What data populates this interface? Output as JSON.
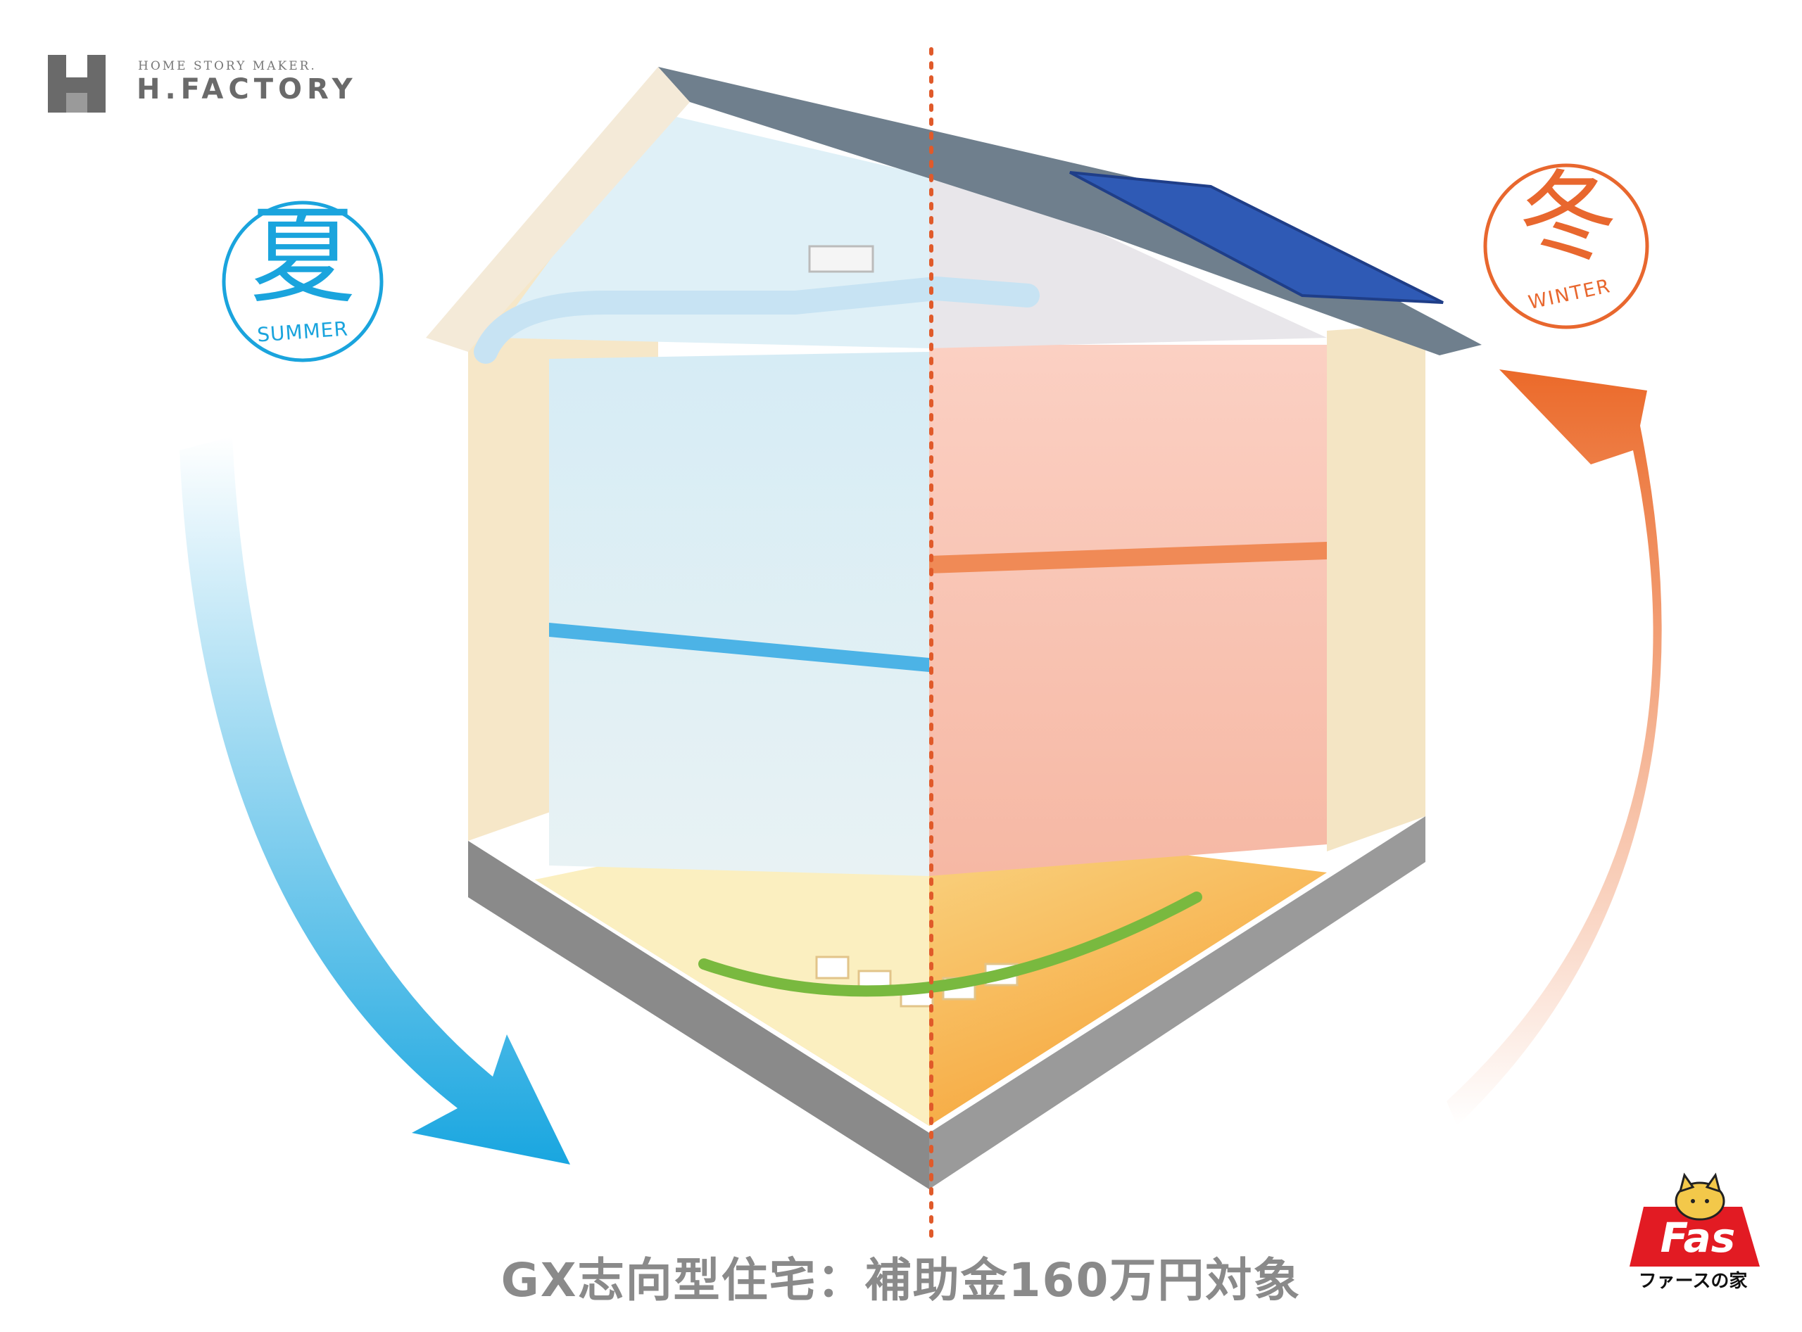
{
  "brand": {
    "tagline": "HOME STORY MAKER.",
    "name": "H.FACTORY"
  },
  "summer": {
    "kanji": "夏",
    "label": "SUMMER",
    "color": "#1aa4dd"
  },
  "winter": {
    "kanji": "冬",
    "label": "WINTER",
    "color": "#e8672e"
  },
  "caption": "GX志向型住宅：補助金160万円対象",
  "partner_logo": {
    "text": "Fas",
    "subtitle": "ファースの家",
    "color": "#e21b23"
  },
  "icons": [
    "cat-mascot-icon",
    "solar-panel-icon",
    "air-conditioner-icon"
  ]
}
